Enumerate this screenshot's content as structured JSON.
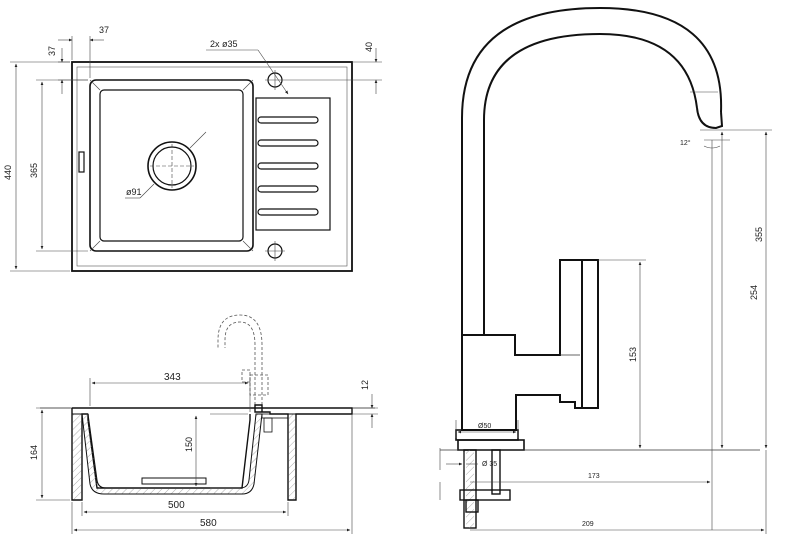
{
  "top_view": {
    "dims": {
      "d37_left": "37",
      "d37_top": "37",
      "holes": "2x ø35",
      "d40": "40",
      "d440": "440",
      "d365": "365",
      "drain": "ø91"
    }
  },
  "section_view": {
    "dims": {
      "d343": "343",
      "d12": "12",
      "d164": "164",
      "d150": "150",
      "d500": "500",
      "d580": "580"
    }
  },
  "faucet_view": {
    "dims": {
      "angle": "12°",
      "d355": "355",
      "d254": "254",
      "d153": "153",
      "d50": "Ø50",
      "d35": "Ø 35",
      "d173": "173",
      "d209": "209"
    }
  }
}
